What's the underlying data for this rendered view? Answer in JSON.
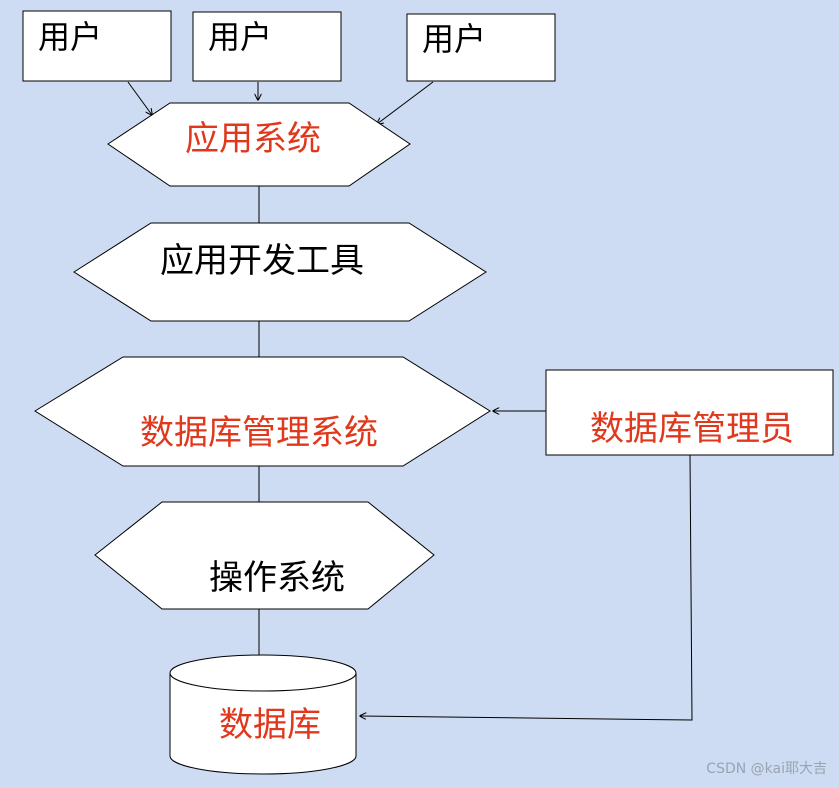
{
  "colors": {
    "background": "#cddcf2",
    "shape_fill": "#ffffff",
    "stroke": "#000000",
    "highlight_text": "#e0381c",
    "normal_text": "#000000",
    "watermark": "#9aa3b2"
  },
  "users": [
    "用户",
    "用户",
    "用户"
  ],
  "layers": {
    "app_system": "应用系统",
    "dev_tools": "应用开发工具",
    "dbms": "数据库管理系统",
    "os": "操作系统"
  },
  "dba": "数据库管理员",
  "database": "数据库",
  "watermark": "CSDN @kai耶大吉"
}
